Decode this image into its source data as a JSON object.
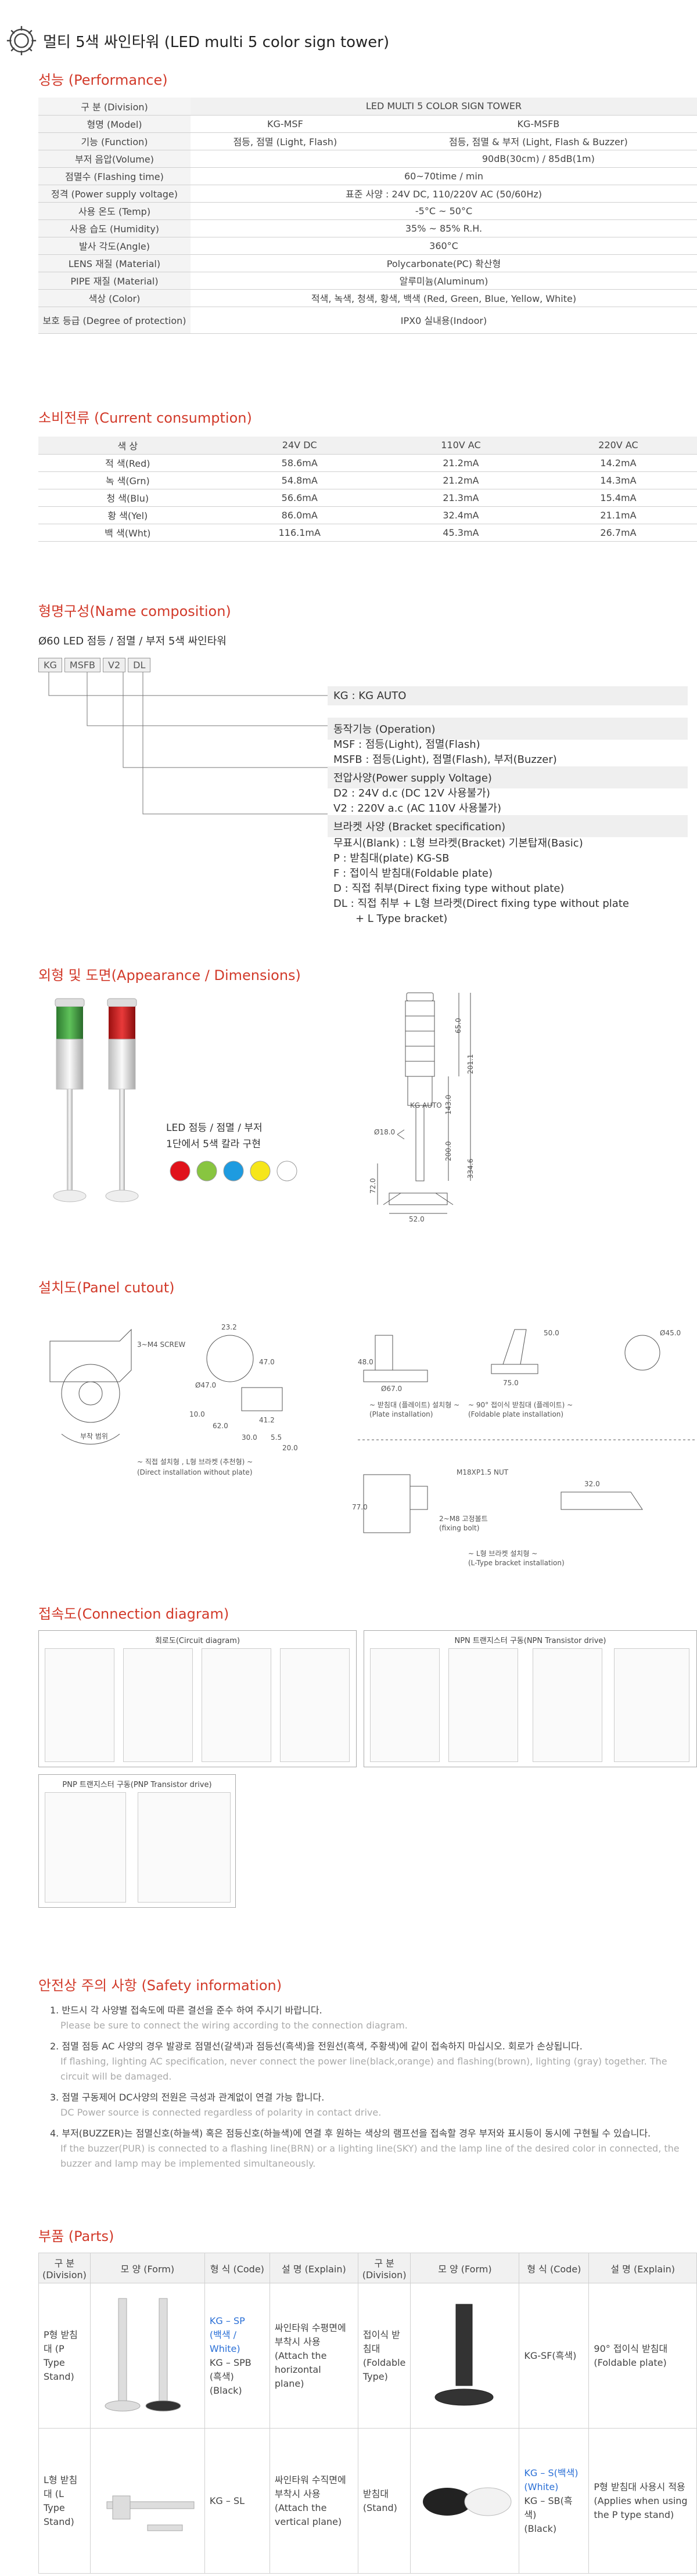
{
  "page": {
    "title": "멀티 5색 싸인타워 (LED multi 5 color sign tower)"
  },
  "sections": {
    "performance": "성능 (Performance)",
    "current": "소비전류 (Current consumption)",
    "name": "형명구성(Name composition)",
    "appearance": "외형 및 도면(Appearance / Dimensions)",
    "panel": "설치도(Panel cutout)",
    "connection": "접속도(Connection diagram)",
    "safety": "안전상 주의 사항 (Safety information)",
    "parts": "부품 (Parts)"
  },
  "performance": {
    "header_left": "구 분 (Division)",
    "header_right": "LED MULTI 5 COLOR SIGN TOWER",
    "rows": [
      {
        "label": "형명 (Model)",
        "a": "KG-MSF",
        "b": "KG-MSFB"
      },
      {
        "label": "기능 (Function)",
        "a": "점등, 점멸 (Light, Flash)",
        "b": "점등, 점멸 & 부저 (Light, Flash & Buzzer)"
      },
      {
        "label": "부저 음압(Volume)",
        "a": "",
        "b": "90dB(30cm) / 85dB(1m)"
      },
      {
        "label": "점멸수 (Flashing time)",
        "v": "60~70time / min"
      },
      {
        "label": "정격 (Power supply voltage)",
        "v": "표준 사양 : 24V DC, 110/220V AC (50/60Hz)"
      },
      {
        "label": "사용 온도 (Temp)",
        "v": "-5°C ~ 50°C"
      },
      {
        "label": "사용 습도 (Humidity)",
        "v": "35% ~ 85% R.H."
      },
      {
        "label": "발사 각도(Angle)",
        "v": "360°C"
      },
      {
        "label": "LENS 재질 (Material)",
        "v": "Polycarbonate(PC) 확산형"
      },
      {
        "label": "PIPE 재질 (Material)",
        "v": "알루미늄(Aluminum)"
      },
      {
        "label": "색상 (Color)",
        "v": "적색, 녹색, 청색, 황색, 백색 (Red, Green, Blue, Yellow, White)"
      },
      {
        "label": "보호 등급 (Degree of protection)",
        "v": "IPX0 실내용(Indoor)"
      }
    ]
  },
  "current": {
    "headers": [
      "색 상",
      "24V DC",
      "110V AC",
      "220V AC"
    ],
    "rows": [
      [
        "적 색(Red)",
        "58.6mA",
        "21.2mA",
        "14.2mA"
      ],
      [
        "녹 색(Grn)",
        "54.8mA",
        "21.2mA",
        "14.3mA"
      ],
      [
        "청 색(Blu)",
        "56.6mA",
        "21.3mA",
        "15.4mA"
      ],
      [
        "황 색(Yel)",
        "86.0mA",
        "32.4mA",
        "21.1mA"
      ],
      [
        "백 색(Wht)",
        "116.1mA",
        "45.3mA",
        "26.7mA"
      ]
    ]
  },
  "name": {
    "intro": "Ø60 LED 점등 / 점멸 / 부저 5색 싸인타워",
    "codes": [
      "KG",
      "MSFB",
      "V2",
      "DL"
    ],
    "kg_auto": "KG : KG AUTO",
    "op_title": "동작기능 (Operation)",
    "op_lines": [
      "MSF : 점등(Light), 점멸(Flash)",
      "MSFB : 점등(Light), 점멸(Flash), 부저(Buzzer)"
    ],
    "pw_title": "전압사양(Power supply Voltage)",
    "pw_lines": [
      "D2 : 24V d.c (DC 12V 사용불가)",
      "V2 : 220V a.c (AC 110V 사용불가)"
    ],
    "br_title": "브라켓 사양 (Bracket specification)",
    "br_lines": [
      "무표시(Blank) : L형 브라켓(Bracket) 기본탑재(Basic)",
      "P : 받침대(plate) KG-SB",
      "F : 접이식 받침대(Foldable plate)",
      "D : 직접 취부(Direct fixing type without plate)",
      "DL : 직접 취부 + L형 브라켓(Direct fixing type without plate",
      "+ L Type bracket)"
    ]
  },
  "appearance": {
    "caption1": "LED 점등 / 점멸 / 부저",
    "caption2": "1단에서 5색 칼라 구현",
    "swatches": [
      "#e0121b",
      "#88c540",
      "#1e9be0",
      "#f6e61a",
      "#ffffff"
    ],
    "dims": [
      "65.0",
      "201.1",
      "143.0",
      "200.0",
      "334.6",
      "72.0",
      "52.0",
      "Ø18.0"
    ],
    "brand": "KG AUTO"
  },
  "panel": {
    "screw": "3~M4 SCREW",
    "dims_a": [
      "23.2",
      "Ø47.0",
      "47.0",
      "10.0",
      "62.0",
      "30.0",
      "5.5",
      "41.2",
      "20.0"
    ],
    "label_hole": "부착 범위",
    "cap1": "~ 직접 설치형 , L형 브라켓 (추천형) ~",
    "cap1b": "(Direct installation without plate)",
    "cap2": "~ 받침대 (플레이트) 설치형 ~",
    "cap2b": "(Plate installation)",
    "cap3": "~ 90° 접이식 받침대 (플레이트) ~",
    "cap3b": "(Foldable plate installation)",
    "cap4": "~ L형 브라켓 설치형 ~",
    "cap4b": "(L-Type bracket installation)",
    "nut": "M18XP1.5 NUT",
    "fix": "2~M8 고정볼트",
    "fixb": "(fixing bolt)",
    "dims_b": [
      "Ø67.0",
      "75.0",
      "48.0",
      "50.0",
      "77.0",
      "32.0",
      "Ø45.0"
    ]
  },
  "connection": {
    "box1": "회로도(Circuit diagram)",
    "box2": "NPN 트랜지스터 구동(NPN Transistor drive)",
    "box3": "PNP 트랜지스터 구동(PNP Transistor drive)"
  },
  "safety": [
    {
      "kr": "1. 반드시 각 사양별 접속도에 따른 결선을 준수 하여 주시기 바랍니다.",
      "en": "Please be sure to connect the wiring according to the connection diagram."
    },
    {
      "kr": "2. 점멸 점등 AC 사양의 경우 발광로 점멸선(갈색)과 점등선(흑색)을 전원선(흑색, 주황색)에 같이 접속하지 마십시오. 회로가 손상됩니다.",
      "en": "If flashing, lighting AC specification, never connect the power line(black,orange) and flashing(brown), lighting (gray) together. The circuit will be damaged."
    },
    {
      "kr": "3. 점멸 구동제어 DC사양의 전원은 극성과 관계없이 연결 가능 합니다.",
      "en": "DC Power source is connected regardless of polarity in contact drive."
    },
    {
      "kr": "4. 부저(BUZZER)는 점멸신호(하늘색) 혹은 점등신호(하늘색)에 연결 후 원하는 색상의 램프선을 접속할 경우 부저와 표시등이 동시에 구현될 수 있습니다.",
      "en": "If the buzzer(PUR) is connected to a flashing line(BRN) or a lighting line(SKY) and the lamp line of the desired color in connected, the buzzer and lamp may be implemented simultaneously."
    }
  ],
  "parts": {
    "headers": [
      "구 분 (Division)",
      "모 양 (Form)",
      "형 식 (Code)",
      "설 명 (Explain)",
      "구 분 (Division)",
      "모 양 (Form)",
      "형 식 (Code)",
      "설 명 (Explain)"
    ],
    "r1": {
      "div": "P형 받침대 (P Type Stand)",
      "code1": "KG – SP",
      "code1b": "(백색 / White)",
      "code2": "KG – SPB",
      "code2b": "(흑색) (Black)",
      "exp": "싸인타워 수평면에 부착시 사용 (Attach the horizontal plane)",
      "div2": "접이식 받침대 (Foldable Type)",
      "code3": "KG-SF(흑색)",
      "exp2": "90° 접이식 받침대 (Foldable plate)"
    },
    "r2": {
      "div": "L형 받침대 (L Type Stand)",
      "code": "KG – SL",
      "exp": "싸인타워 수직면에 부착시 사용 (Attach the vertical plane)",
      "div2": "받침대 (Stand)",
      "code3": "KG – S(백색)",
      "code3b": "(White)",
      "code4": "KG – SB(흑색)",
      "code4b": "(Black)",
      "exp2": "P형 받침대 사용시 적용 (Applies when using the P type stand)"
    }
  }
}
